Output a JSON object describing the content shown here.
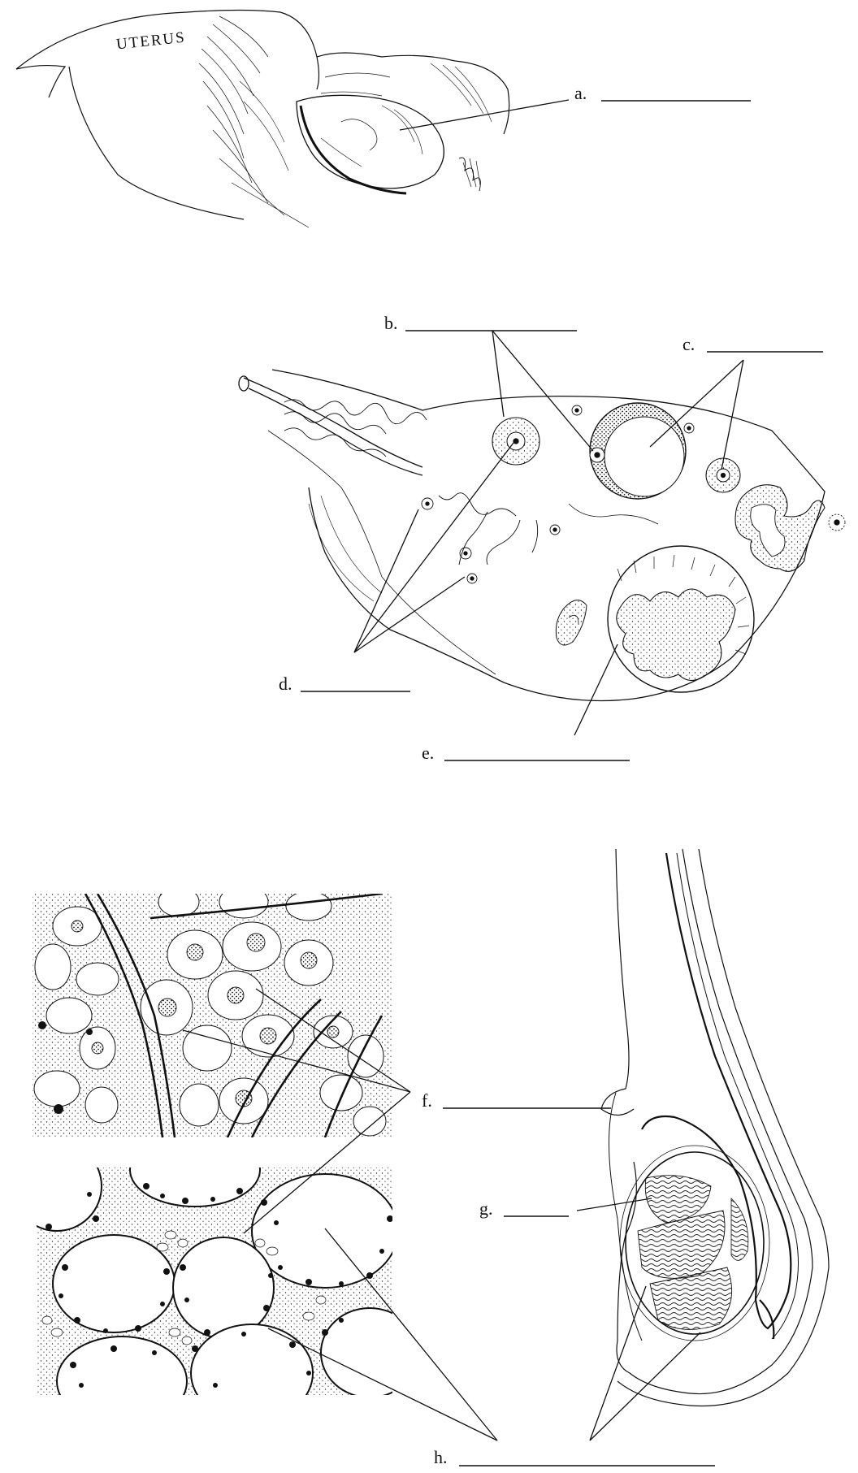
{
  "diagram": {
    "uterus_label": "UTERUS",
    "labels": {
      "a": "a.",
      "b": "b.",
      "c": "c.",
      "d": "d.",
      "e": "e.",
      "f": "f.",
      "g": "g.",
      "h": "h."
    }
  },
  "colors": {
    "ink": "#111111",
    "paper": "#ffffff"
  }
}
